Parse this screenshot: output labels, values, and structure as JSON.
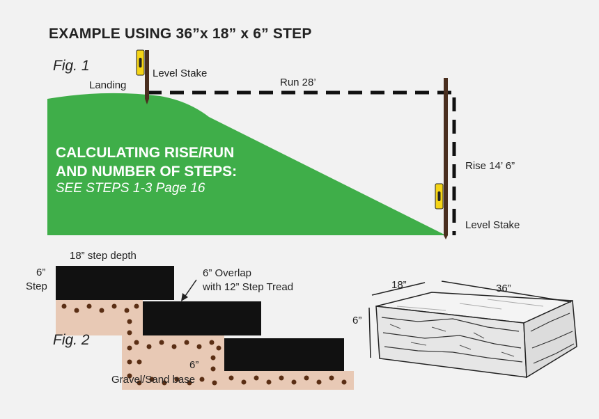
{
  "title": "EXAMPLE USING 36”x 18” x 6” STEP",
  "fig1": {
    "label": "Fig. 1",
    "landing": "Landing",
    "level_stake_top": "Level Stake",
    "run": "Run 28’",
    "rise": "Rise 14’ 6”",
    "level_stake_bottom": "Level Stake",
    "calc_line1": "CALCULATING RISE/RUN",
    "calc_line2": "AND NUMBER OF STEPS:",
    "calc_sub": "SEE STEPS 1-3 Page 16"
  },
  "fig2": {
    "label": "Fig. 2",
    "step_depth": "18” step depth",
    "step_height_value": "6”",
    "step_height_word": "Step",
    "overlap_line1": "6” Overlap",
    "overlap_line2": "with 12” Step Tread",
    "base_depth": "6”",
    "base_label": "Gravel/Sand base"
  },
  "block": {
    "depth": "18”",
    "length": "36”",
    "height": "6”"
  },
  "colors": {
    "grass": "#3fae49",
    "stake": "#4a2f1f",
    "level": "#f5d416",
    "step": "#111111",
    "gravel": "#e8c9b5",
    "pebble": "#5a2e14"
  }
}
